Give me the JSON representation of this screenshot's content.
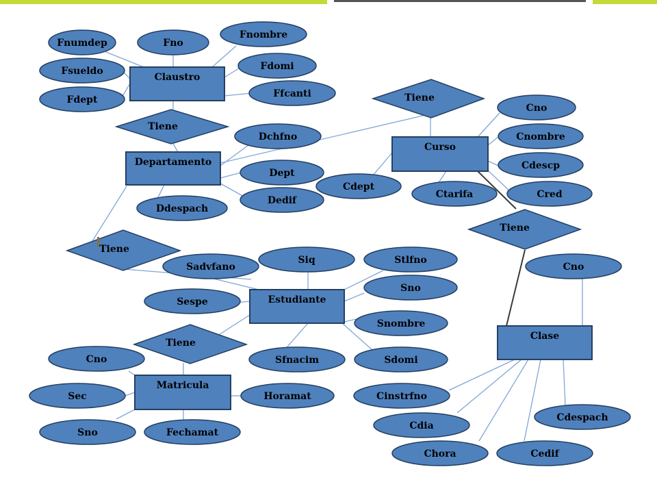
{
  "colors": {
    "fill": "#4F81BD",
    "stroke": "#243F60",
    "line": "#7FA6D6",
    "thick_line": "#3a3a3a",
    "accent_bar": "#C5D93A",
    "top_rule": "#555555"
  },
  "entities": {
    "claustro": "Claustro",
    "departamento": "Departamento",
    "curso": "Curso",
    "estudiante": "Estudiante",
    "matricula": "Matricula",
    "clase": "Clase"
  },
  "relationships": {
    "tiene_claustro_depto": "Tiene",
    "tiene_curso": "Tiene",
    "tiene_curso_clase": "Tiene",
    "tiene_depto_estudiante": "Tiene",
    "tiene_estudiante_matricula": "Tiene"
  },
  "attributes": {
    "fnumdep": "Fnumdep",
    "fno": "Fno",
    "fnombre": "Fnombre",
    "fdomi": "Fdomi",
    "fsueldo": "Fsueldo",
    "ffcanti": "Ffcanti",
    "fdept": "Fdept",
    "dchfno": "Dchfno",
    "dept": "Dept",
    "dedif": "Dedif",
    "ddespach": "Ddespach",
    "cdept": "Cdept",
    "ctarifa": "Ctarifa",
    "cno_curso": "Cno",
    "cnombre": "Cnombre",
    "cdescp": "Cdescp",
    "cred": "Cred",
    "sadvfano": "Sadvfano",
    "siq": "Siq",
    "stlfno": "Stlfno",
    "sno_est": "Sno",
    "sespe": "Sespe",
    "snombre": "Snombre",
    "sfnacim": "Sfnacim",
    "sdomi": "Sdomi",
    "cno_mat": "Cno",
    "sec": "Sec",
    "horamat": "Horamat",
    "sno_mat": "Sno",
    "fechamat": "Fechamat",
    "cno_clase": "Cno",
    "cinstrfno": "Cinstrfno",
    "cdia": "Cdia",
    "cdespach": "Cdespach",
    "chora": "Chora",
    "cedif": "Cedif"
  }
}
